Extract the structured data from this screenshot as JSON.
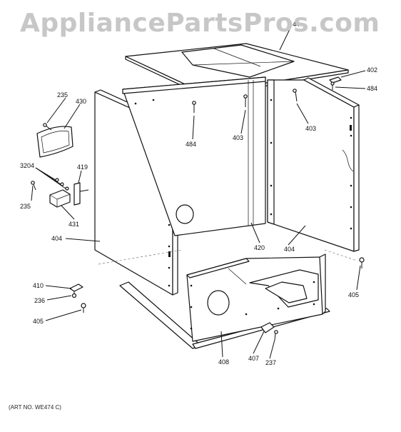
{
  "watermark": "AppliancePartsPros.com",
  "art_number": "(ART NO. WE474 C)",
  "callouts": {
    "c44": "44",
    "c402": "402",
    "c484a": "484",
    "c484b": "484",
    "c235a": "235",
    "c430": "430",
    "c403a": "403",
    "c403b": "403",
    "c3204": "3204",
    "c419": "419",
    "c235b": "235",
    "c431": "431",
    "c404a": "404",
    "c420": "420",
    "c404b": "404",
    "c405a": "405",
    "c410": "410",
    "c236": "236",
    "c405b": "405",
    "c408": "408",
    "c407": "407",
    "c237": "237"
  }
}
